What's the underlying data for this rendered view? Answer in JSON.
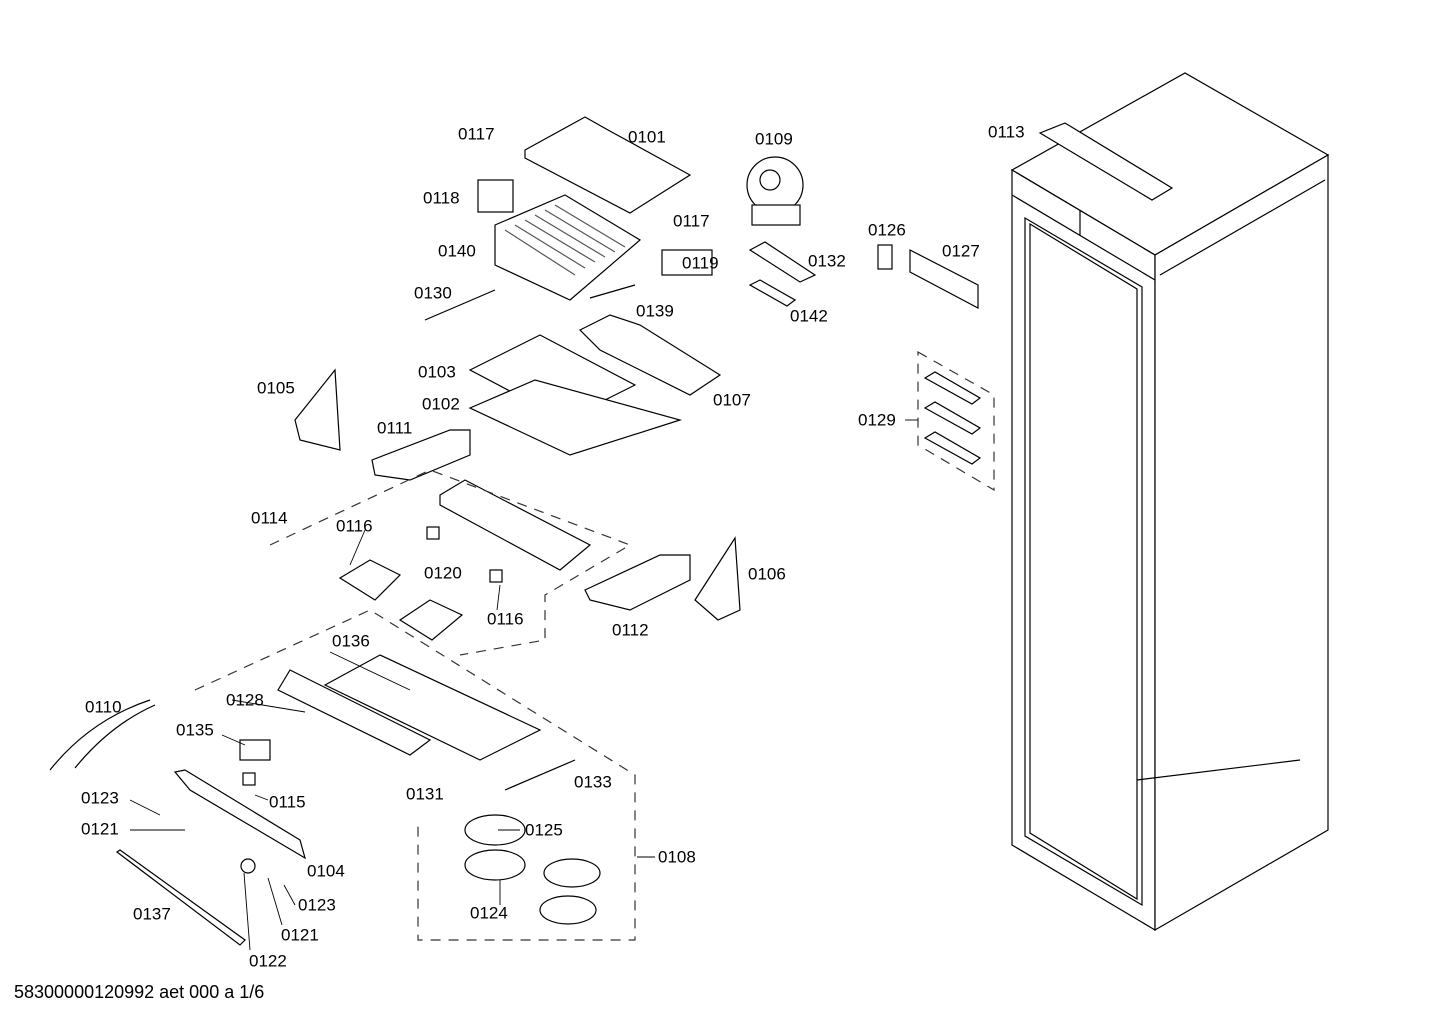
{
  "labels": [
    "0117",
    "0101",
    "0109",
    "0113",
    "0118",
    "0117",
    "0140",
    "0126",
    "0127",
    "0132",
    "0119",
    "0130",
    "0139",
    "0142",
    "0103",
    "0105",
    "0107",
    "0102",
    "0129",
    "0111",
    "0114",
    "0116",
    "0120",
    "0106",
    "0116",
    "0112",
    "0136",
    "0128",
    "0110",
    "0135",
    "0133",
    "0131",
    "0115",
    "0123",
    "0125",
    "0121",
    "0108",
    "0104",
    "0137",
    "0124",
    "0123",
    "0121",
    "0122"
  ],
  "footer": "58300000120992 aet 000 a 1/6"
}
